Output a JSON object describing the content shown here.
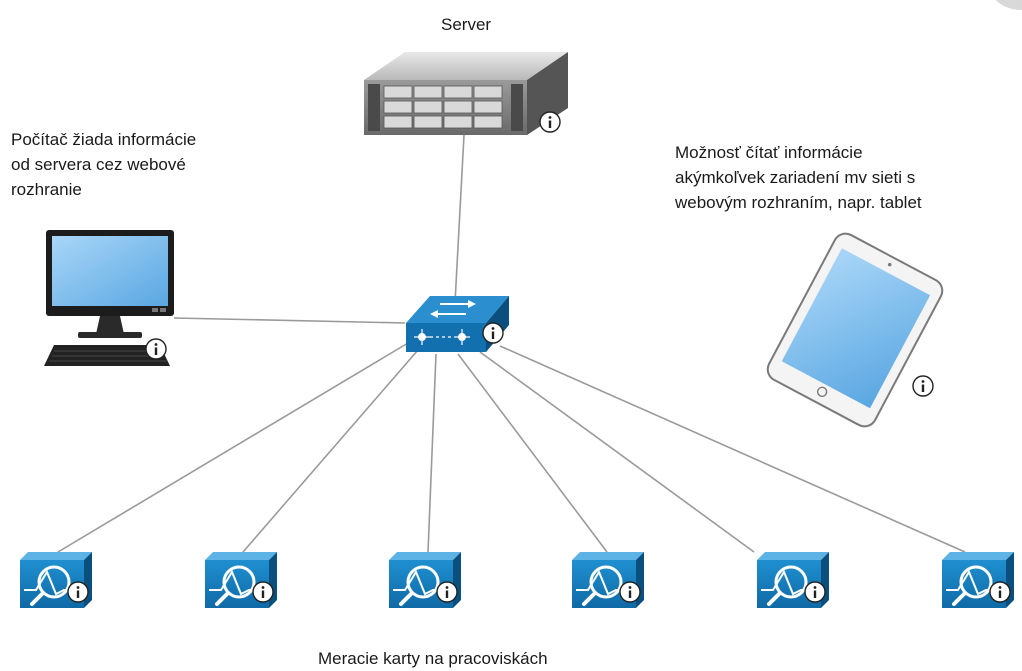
{
  "labels": {
    "server": "Server",
    "computer": [
      "Počítač žiada informácie",
      "od servera cez webové",
      "rozhranie"
    ],
    "tablet": [
      "Možnosť čítať informácie",
      "akýmkoľvek zariadení mv sieti s",
      "webovým rozhraním, napr. tablet"
    ],
    "cards": "Meracie karty na pracoviskách"
  },
  "nodes": {
    "server": {
      "icon": "rack-server-icon"
    },
    "computer": {
      "icon": "desktop-computer-icon"
    },
    "switch": {
      "icon": "network-switch-icon"
    },
    "tablet": {
      "icon": "tablet-icon"
    },
    "cards": [
      {
        "icon": "measurement-card-icon"
      },
      {
        "icon": "measurement-card-icon"
      },
      {
        "icon": "measurement-card-icon"
      },
      {
        "icon": "measurement-card-icon"
      },
      {
        "icon": "measurement-card-icon"
      },
      {
        "icon": "measurement-card-icon"
      }
    ]
  },
  "colors": {
    "device_blue": "#1a7fbf",
    "device_dark": "#0d5a8c",
    "screen_blue": "#8ec5ee",
    "link_line": "#9a9a9a",
    "text": "#1a1a1a"
  }
}
